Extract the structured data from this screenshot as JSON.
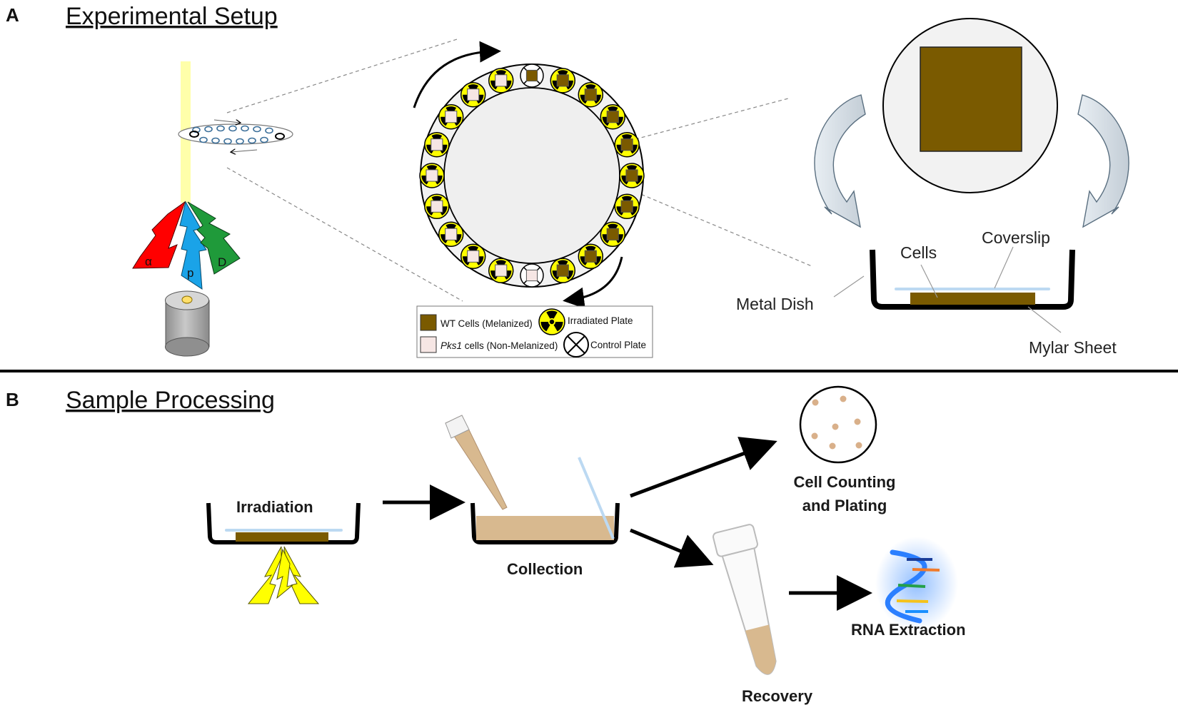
{
  "panel_a": {
    "letter": "A",
    "title": "Experimental Setup",
    "radiation_symbols": {
      "alpha": "α",
      "proton": "p",
      "deuteron": "D"
    },
    "legend": {
      "wt_cells": "WT Cells (Melanized)",
      "pks1_italic": "Pks1",
      "pks1_rest": " cells (Non-Melanized)",
      "irradiated_plate": "Irradiated Plate",
      "control_plate": "Control Plate"
    },
    "dish_labels": {
      "cells": "Cells",
      "coverslip": "Coverslip",
      "metal_dish": "Metal Dish",
      "mylar_sheet": "Mylar Sheet"
    }
  },
  "panel_b": {
    "letter": "B",
    "title": "Sample Processing",
    "steps": {
      "irradiation": "Irradiation",
      "collection": "Collection",
      "cell_counting_line1": "Cell Counting",
      "cell_counting_line2": "and Plating",
      "recovery": "Recovery",
      "rna_extraction": "RNA Extraction"
    }
  },
  "colors": {
    "melanized": "#7a5a00",
    "non_melanized": "#f6e6e4",
    "hazard_yellow": "#ffff00",
    "beam": "#ffffaa",
    "alpha": "#ff0000",
    "proton": "#1aa3e8",
    "deuteron": "#1f9a3a",
    "coverslip": "#bcd9f2",
    "suspension": "#d8b98f",
    "colony": "#d9b08a"
  }
}
